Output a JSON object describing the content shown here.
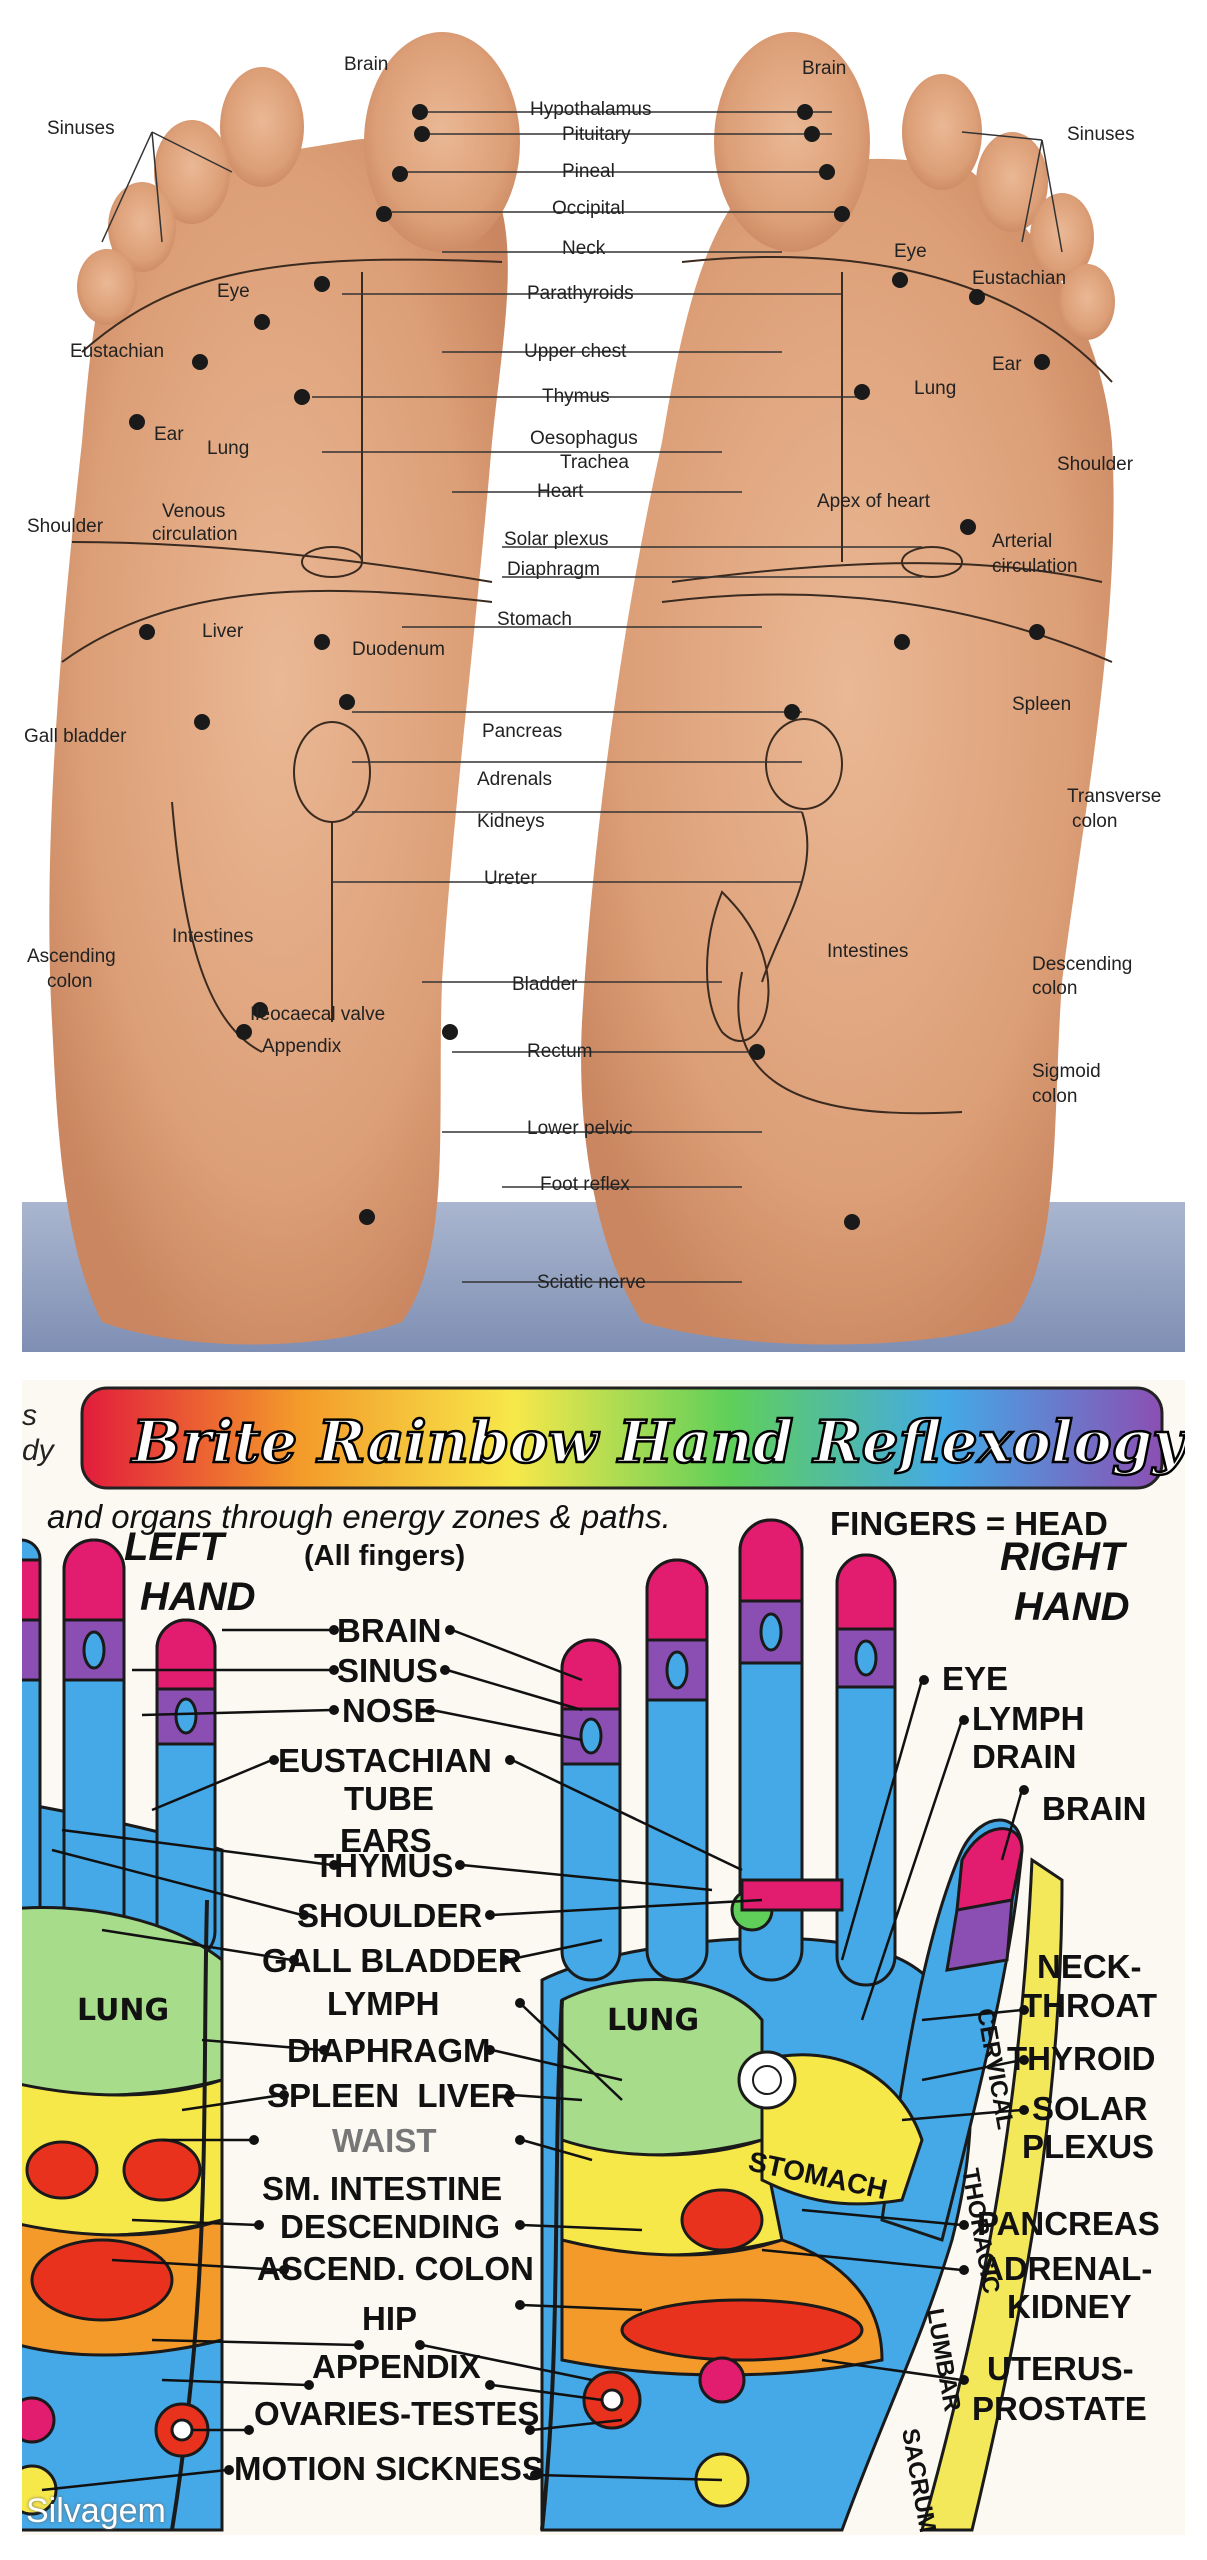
{
  "foot_chart": {
    "labels": {
      "brain_left": "Brain",
      "brain_right": "Brain",
      "sinuses_left": "Sinuses",
      "sinuses_right": "Sinuses",
      "hypothalamus": "Hypothalamus",
      "pituitary": "Pituitary",
      "pineal": "Pineal",
      "occipital": "Occipital",
      "neck": "Neck",
      "parathyroids": "Parathyroids",
      "eye_left": "Eye",
      "eye_right": "Eye",
      "eustachian_left": "Eustachian",
      "eustachian_right": "Eustachian",
      "ear_left": "Ear",
      "ear_right": "Ear",
      "upper_chest": "Upper chest",
      "thymus": "Thymus",
      "lung_left": "Lung",
      "lung_right": "Lung",
      "oesophagus": "Oesophagus",
      "trachea": "Trachea",
      "heart": "Heart",
      "apex_of_heart": "Apex of heart",
      "shoulder_left": "Shoulder",
      "shoulder_right": "Shoulder",
      "venous_1": "Venous",
      "venous_2": "circulation",
      "arterial_1": "Arterial",
      "arterial_2": "circulation",
      "solar_plexus": "Solar plexus",
      "diaphragm": "Diaphragm",
      "stomach": "Stomach",
      "liver": "Liver",
      "duodenum": "Duodenum",
      "spleen": "Spleen",
      "gall_bladder": "Gall bladder",
      "pancreas": "Pancreas",
      "adrenals": "Adrenals",
      "kidneys": "Kidneys",
      "transverse_1": "Transverse",
      "transverse_2": "colon",
      "ureter": "Ureter",
      "ascending_1": "Ascending",
      "ascending_2": "colon",
      "intestines_left": "Intestines",
      "intestines_right": "Intestines",
      "descending_1": "Descending",
      "descending_2": "colon",
      "bladder": "Bladder",
      "ileocaecal": "Ileocaecal valve",
      "appendix": "Appendix",
      "rectum": "Rectum",
      "sigmoid_1": "Sigmoid",
      "sigmoid_2": "colon",
      "lower_pelvic": "Lower pelvic",
      "foot_reflex": "Foot reflex",
      "sciatic": "Sciatic nerve"
    }
  },
  "hand_chart": {
    "title": "Brite Rainbow Hand Reflexology",
    "subtitle": "and organs through energy zones & paths.",
    "edge_text_1": "s",
    "edge_text_2": "dy",
    "fingers_head": "FINGERS = HEAD",
    "left_hand_1": "LEFT",
    "left_hand_2": "HAND",
    "right_hand_1": "RIGHT",
    "right_hand_2": "HAND",
    "all_fingers": "(All fingers)",
    "labels": {
      "brain": "BRAIN",
      "sinus": "SINUS",
      "nose": "NOSE",
      "eustachian_1": "EUSTACHIAN",
      "eustachian_2": "TUBE",
      "ears": "EARS",
      "thymus": "THYMUS",
      "shoulder": "SHOULDER",
      "gall_bladder": "GALL BLADDER",
      "lymph": "LYMPH",
      "diaphragm": "DIAPHRAGM",
      "spleen_liver": "SPLEEN  LIVER",
      "waist": "WAIST",
      "sm_intestine": "SM. INTESTINE",
      "descending": "DESCENDING",
      "ascend_colon": "ASCEND. COLON",
      "hip": "HIP",
      "appendix": "APPENDIX",
      "ovaries_testes": "OVARIES-TESTES",
      "motion_sickness": "MOTION SICKNESS",
      "eye": "EYE",
      "lymph_drain_1": "LYMPH",
      "lymph_drain_2": "DRAIN",
      "brain_right": "BRAIN",
      "neck_throat_1": "NECK-",
      "neck_throat_2": "THROAT",
      "thyroid": "THYROID",
      "solar_plexus_1": "SOLAR",
      "solar_plexus_2": "PLEXUS",
      "pancreas": "PANCREAS",
      "adrenal_kidney_1": "ADRENAL-",
      "adrenal_kidney_2": "KIDNEY",
      "uterus_prostate_1": "UTERUS-",
      "uterus_prostate_2": "PROSTATE",
      "lung_left": "LUNG",
      "lung_right": "LUNG",
      "stomach": "STOMACH",
      "cervical": "CERVICAL",
      "thoracic": "THORACIC",
      "lumbar": "LUMBAR",
      "sacrum": "SACRUM"
    }
  },
  "watermark": "Silvagem",
  "colors": {
    "skin": "#e3ab84",
    "skin_shadow": "#c98660",
    "hand_blue": "#44a9e6",
    "hand_pink": "#e21c6e",
    "hand_purple": "#8b4fb3",
    "hand_green": "#a6dc8a",
    "hand_yellow": "#f7e84a",
    "hand_orange": "#f39a2a",
    "hand_red": "#e8321e",
    "spine_yellow": "#f3e75a"
  }
}
